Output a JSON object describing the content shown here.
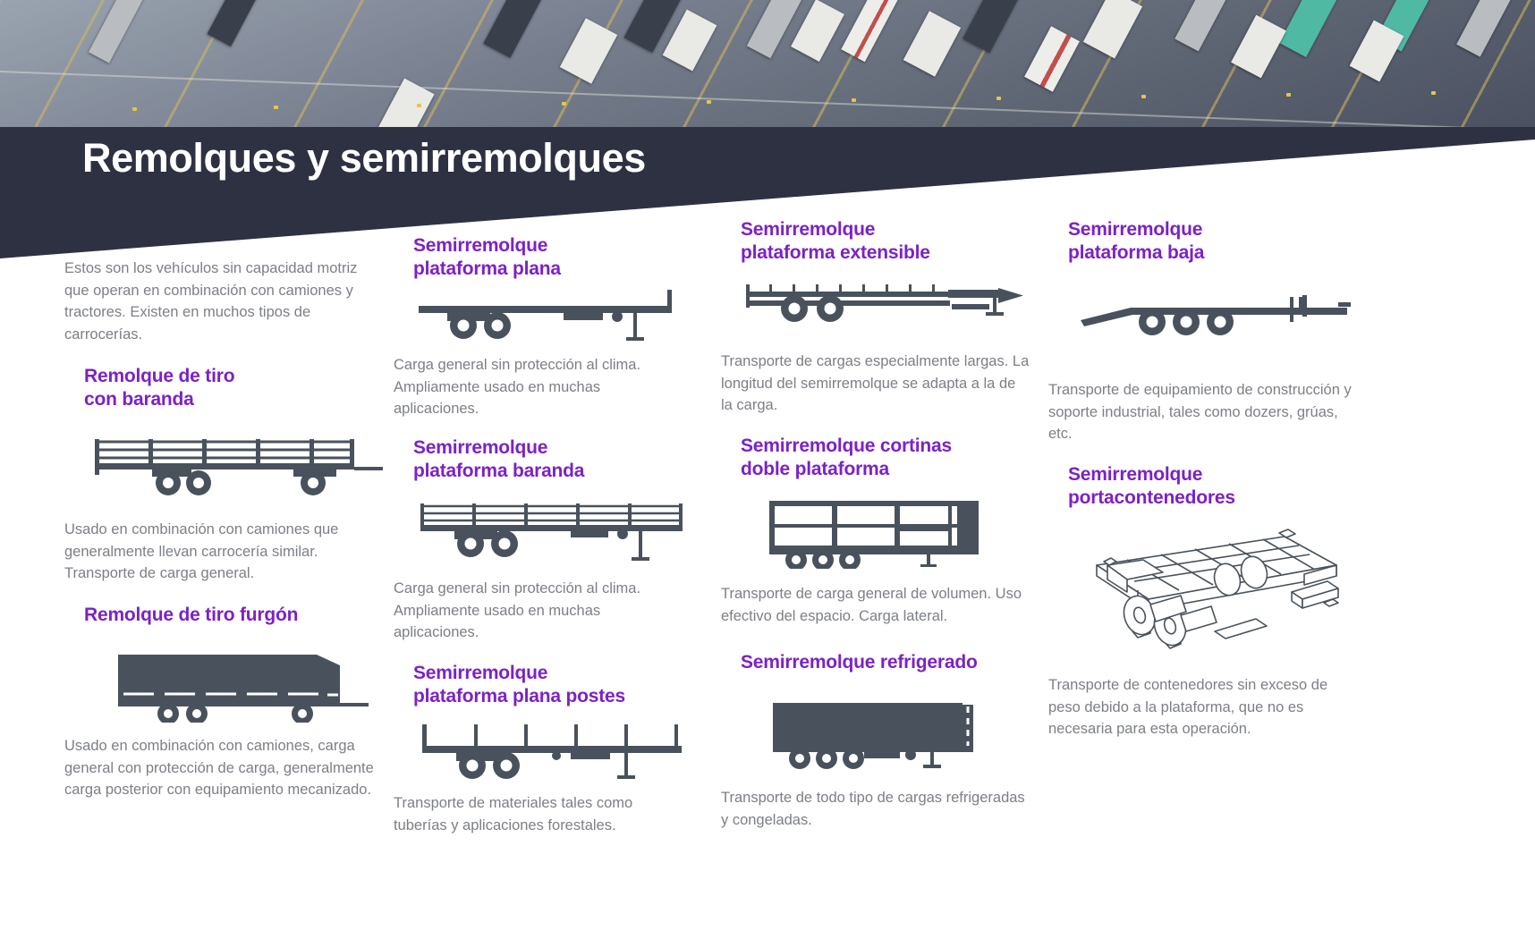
{
  "colors": {
    "accent_purple": "#7d21c6",
    "banner_dark": "#2e3142",
    "body_text_gray": "#7c7f86",
    "illustration_slate": "#49525c"
  },
  "header": {
    "title": "Remolques y semirremolques",
    "photo_alt": "aerial-truck-yard-photo"
  },
  "columns": [
    {
      "id": "col1",
      "intro": "Estos son los vehículos sin capacidad motriz que operan en combinación con camiones y tractores. Existen en muchos tipos de carrocerías.",
      "items": [
        {
          "heading": "Remolque de tiro\ncon baranda",
          "icon": "stake-body-drawbar-trailer-icon",
          "description": "Usado en combinación con camiones que generalmente llevan carrocería similar. Transporte de carga general."
        },
        {
          "heading": "Remolque de tiro furgón",
          "icon": "box-van-drawbar-trailer-icon",
          "description": "Usado en combinación con camiones, carga general con protección de carga, generalmente carga posterior con equipamiento mecanizado."
        }
      ]
    },
    {
      "id": "col2",
      "items": [
        {
          "heading": "Semirremolque\nplataforma plana",
          "icon": "flatbed-semitrailer-icon",
          "description": "Carga general sin protección al clima. Ampliamente usado en muchas aplicaciones."
        },
        {
          "heading": "Semirremolque\nplataforma baranda",
          "icon": "stake-flatbed-semitrailer-icon",
          "description": "Carga general sin protección al clima. Ampliamente usado en muchas aplicaciones."
        },
        {
          "heading": "Semirremolque\nplataforma plana postes",
          "icon": "stanchion-flatbed-semitrailer-icon",
          "description": "Transporte de materiales tales como tuberías y aplicaciones forestales."
        }
      ]
    },
    {
      "id": "col3",
      "items": [
        {
          "heading": "Semirremolque\nplataforma extensible",
          "icon": "extendable-flatbed-semitrailer-icon",
          "description": "Transporte de cargas especialmente largas. La longitud del semirremolque se adapta a la de la carga."
        },
        {
          "heading": "Semirremolque cortinas\ndoble plataforma",
          "icon": "curtainside-double-deck-semitrailer-icon",
          "description": "Transporte de carga general de volumen. Uso efectivo del espacio. Carga lateral."
        },
        {
          "heading": "Semirremolque refrigerado",
          "icon": "reefer-semitrailer-icon",
          "description": "Transporte de todo tipo de cargas refrigeradas y congeladas."
        }
      ]
    },
    {
      "id": "col4",
      "items": [
        {
          "heading": "Semirremolque\nplataforma baja",
          "icon": "lowboy-semitrailer-icon",
          "description": "Transporte de equipamiento de construcción y soporte industrial, tales como dozers, grúas, etc."
        },
        {
          "heading": "Semirremolque\nportacontenedores",
          "icon": "container-chassis-semitrailer-icon",
          "description": "Transporte de contenedores sin exceso de peso debido a la plataforma, que no es necesaria para esta operación."
        }
      ]
    }
  ]
}
